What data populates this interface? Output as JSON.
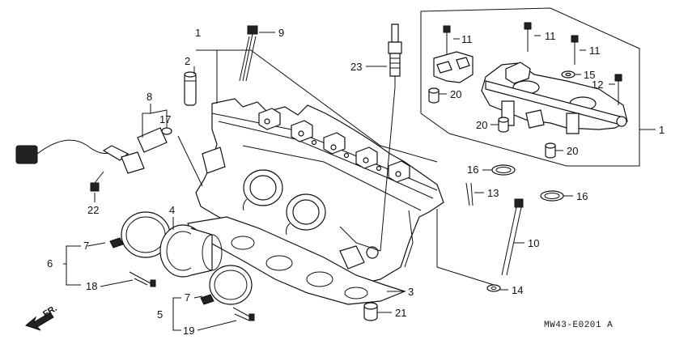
{
  "diagram": {
    "callouts": [
      {
        "id": "c1a",
        "text": "1"
      },
      {
        "id": "c1b",
        "text": "1"
      },
      {
        "id": "c2",
        "text": "2"
      },
      {
        "id": "c3",
        "text": "3"
      },
      {
        "id": "c4",
        "text": "4"
      },
      {
        "id": "c5",
        "text": "5"
      },
      {
        "id": "c6",
        "text": "6"
      },
      {
        "id": "c7a",
        "text": "7"
      },
      {
        "id": "c7b",
        "text": "7"
      },
      {
        "id": "c8",
        "text": "8"
      },
      {
        "id": "c9",
        "text": "9"
      },
      {
        "id": "c10",
        "text": "10"
      },
      {
        "id": "c11a",
        "text": "11"
      },
      {
        "id": "c11b",
        "text": "11"
      },
      {
        "id": "c11c",
        "text": "11"
      },
      {
        "id": "c12",
        "text": "12"
      },
      {
        "id": "c13",
        "text": "13"
      },
      {
        "id": "c14",
        "text": "14"
      },
      {
        "id": "c15",
        "text": "15"
      },
      {
        "id": "c16a",
        "text": "16"
      },
      {
        "id": "c16b",
        "text": "16"
      },
      {
        "id": "c17",
        "text": "17"
      },
      {
        "id": "c18",
        "text": "18"
      },
      {
        "id": "c19",
        "text": "19"
      },
      {
        "id": "c20a",
        "text": "20"
      },
      {
        "id": "c20b",
        "text": "20"
      },
      {
        "id": "c20c",
        "text": "20"
      },
      {
        "id": "c21",
        "text": "21"
      },
      {
        "id": "c22",
        "text": "22"
      },
      {
        "id": "c23",
        "text": "23"
      }
    ],
    "diagram_code": "MW43-E0201 A",
    "front_arrow_label": "FR."
  }
}
